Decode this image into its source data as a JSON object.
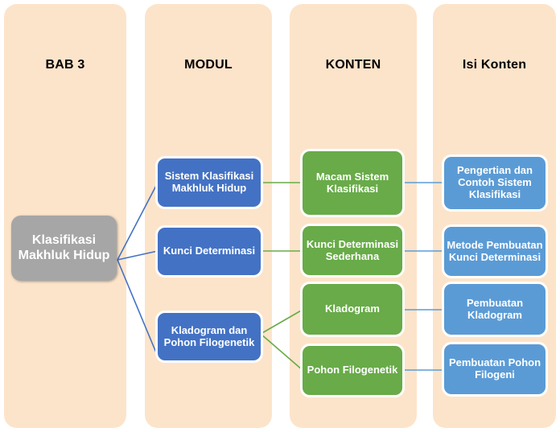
{
  "diagram": {
    "title_columns": [
      {
        "label": "BAB 3"
      },
      {
        "label": "MODUL"
      },
      {
        "label": "KONTEN"
      },
      {
        "label": "Isi Konten"
      }
    ],
    "root": {
      "label": "Klasifikasi Makhluk Hidup",
      "color": "#a6a6a6"
    },
    "modul": [
      {
        "label": "Sistem Klasifikasi Makhluk Hidup"
      },
      {
        "label": "Kunci Determinasi"
      },
      {
        "label": "Kladogram dan Pohon Filogenetik"
      }
    ],
    "konten": [
      {
        "label": "Macam Sistem Klasifikasi"
      },
      {
        "label": "Kunci Determinasi Sederhana"
      },
      {
        "label": "Kladogram"
      },
      {
        "label": "Pohon Filogenetik"
      }
    ],
    "isi_konten": [
      {
        "label": "Pengertian dan Contoh Sistem Klasifikasi"
      },
      {
        "label": "Metode Pembuatan Kunci Determinasi"
      },
      {
        "label": "Pembuatan Kladogram"
      },
      {
        "label": "Pembuatan Pohon Filogeni"
      }
    ],
    "colors": {
      "panel": "#fce4ca",
      "modul_box": "#4372c4",
      "konten_box": "#68ab48",
      "isi_box": "#5b9bd5",
      "root_box": "#a6a6a6",
      "connector_blue": "#4372c4",
      "connector_green": "#68ab48",
      "connector_lightblue": "#5b9bd5"
    }
  }
}
